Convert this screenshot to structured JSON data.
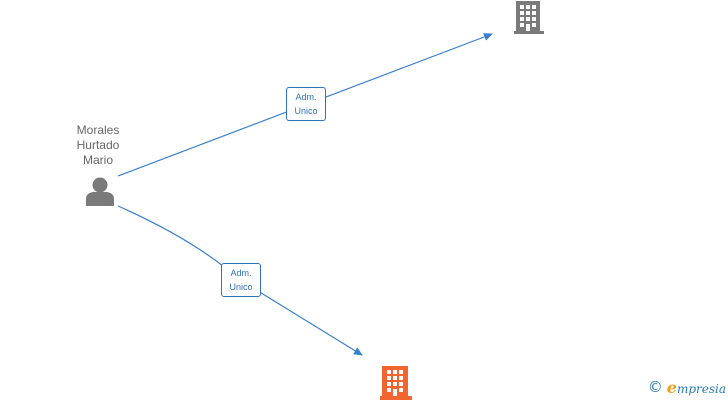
{
  "person": {
    "name_lines": [
      "Morales",
      "Hurtado",
      "Mario"
    ],
    "icon": "person-icon",
    "color": "#7a7a7a"
  },
  "companies": [
    {
      "icon": "building-icon",
      "color": "#7a7a7a"
    },
    {
      "icon": "building-icon",
      "color": "#f26430"
    }
  ],
  "relations": [
    {
      "label_lines": [
        "Adm.",
        "Unico"
      ],
      "target": 0
    },
    {
      "label_lines": [
        "Adm.",
        "Unico"
      ],
      "target": 1
    }
  ],
  "colors": {
    "edge": "#3a7fcd",
    "label_text": "#2f73c0"
  },
  "brand": {
    "copyright": "©",
    "initial": "e",
    "rest": "mpresia"
  }
}
